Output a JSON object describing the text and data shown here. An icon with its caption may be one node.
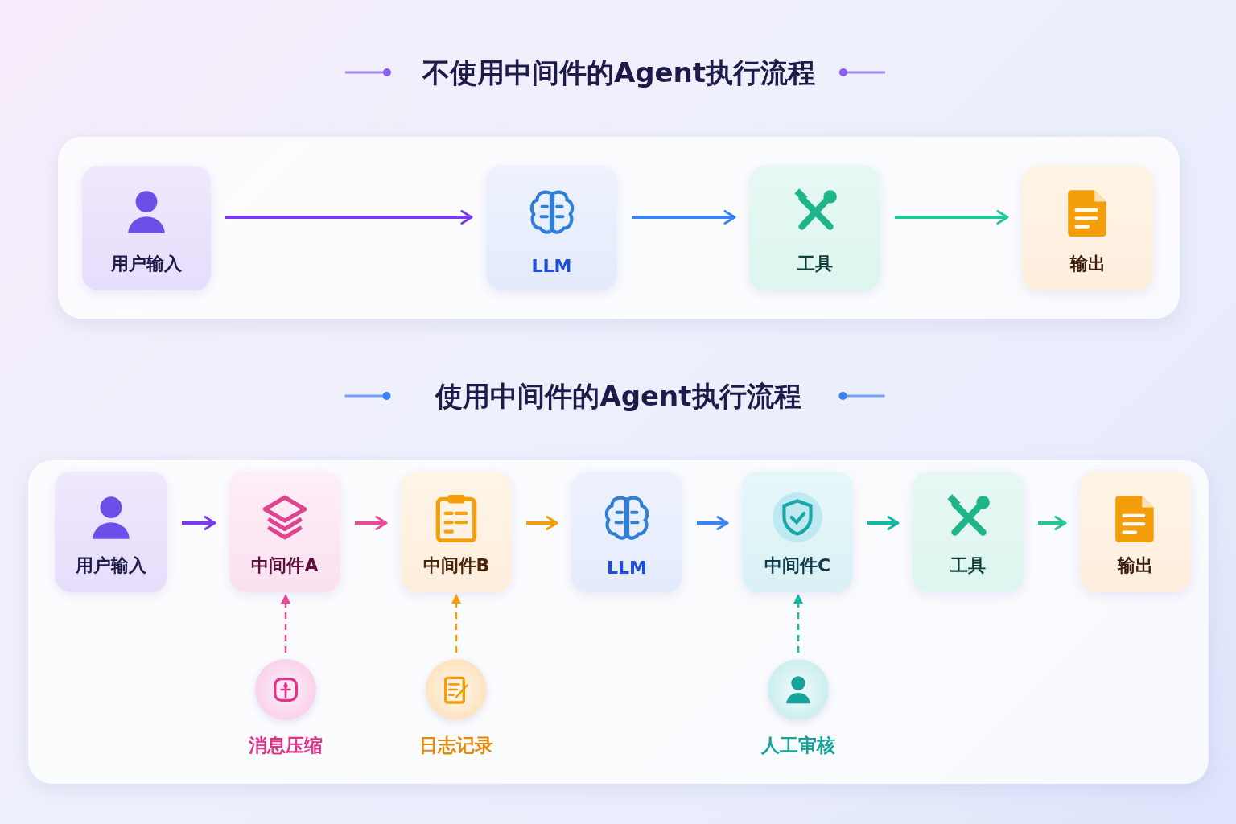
{
  "diagram": {
    "nodes": [
      {
        "text": [
          "不使用中间件的Agent执行流程"
        ]
      },
      {
        "text": [
          "用户输入"
        ],
        "in": 0
      },
      {
        "text": [
          "LLM"
        ],
        "in": 0
      },
      {
        "text": [
          "工具"
        ],
        "in": 0
      },
      {
        "text": [
          "输出"
        ],
        "in": 0
      },
      {
        "text": [
          "使用中间件的Agent执行流程"
        ]
      },
      {
        "text": [
          "用户输入"
        ],
        "in": 5
      },
      {
        "text": [
          "中间件A"
        ],
        "in": 5
      },
      {
        "text": [
          "中间件B"
        ],
        "in": 5
      },
      {
        "text": [
          "LLM"
        ],
        "in": 5
      },
      {
        "text": [
          "中间件C"
        ],
        "in": 5
      },
      {
        "text": [
          "工具"
        ],
        "in": 5
      },
      {
        "text": [
          "输出"
        ],
        "in": 5
      },
      {
        "text": [
          "消息压缩"
        ],
        "in": 5
      },
      {
        "text": [
          "日志记录"
        ],
        "in": 5
      },
      {
        "text": [
          "人工审核"
        ],
        "in": 5
      }
    ],
    "edges": [
      {
        "from": 1,
        "to": 2,
        "arrow": "to",
        "color": "#7c3aed"
      },
      {
        "from": 2,
        "to": 3,
        "arrow": "to",
        "color": "#3b82f6"
      },
      {
        "from": 3,
        "to": 4,
        "arrow": "to",
        "color": "#22c79a"
      },
      {
        "from": 6,
        "to": 7,
        "arrow": "to",
        "color": "#7c3aed"
      },
      {
        "from": 7,
        "to": 8,
        "arrow": "to",
        "color": "#ec4899"
      },
      {
        "from": 8,
        "to": 9,
        "arrow": "to",
        "color": "#f59e0b"
      },
      {
        "from": 9,
        "to": 10,
        "arrow": "to",
        "color": "#3b82f6"
      },
      {
        "from": 10,
        "to": 11,
        "arrow": "to",
        "color": "#14b8a6"
      },
      {
        "from": 11,
        "to": 12,
        "arrow": "to",
        "color": "#22c79a"
      },
      {
        "from": 13,
        "to": 7,
        "arrow": "to",
        "style": "dashed",
        "color": "#ec4899"
      },
      {
        "from": 14,
        "to": 8,
        "arrow": "to",
        "style": "dashed",
        "color": "#f59e0b"
      },
      {
        "from": 15,
        "to": 10,
        "arrow": "to",
        "style": "dashed",
        "color": "#14b8a6"
      }
    ]
  }
}
